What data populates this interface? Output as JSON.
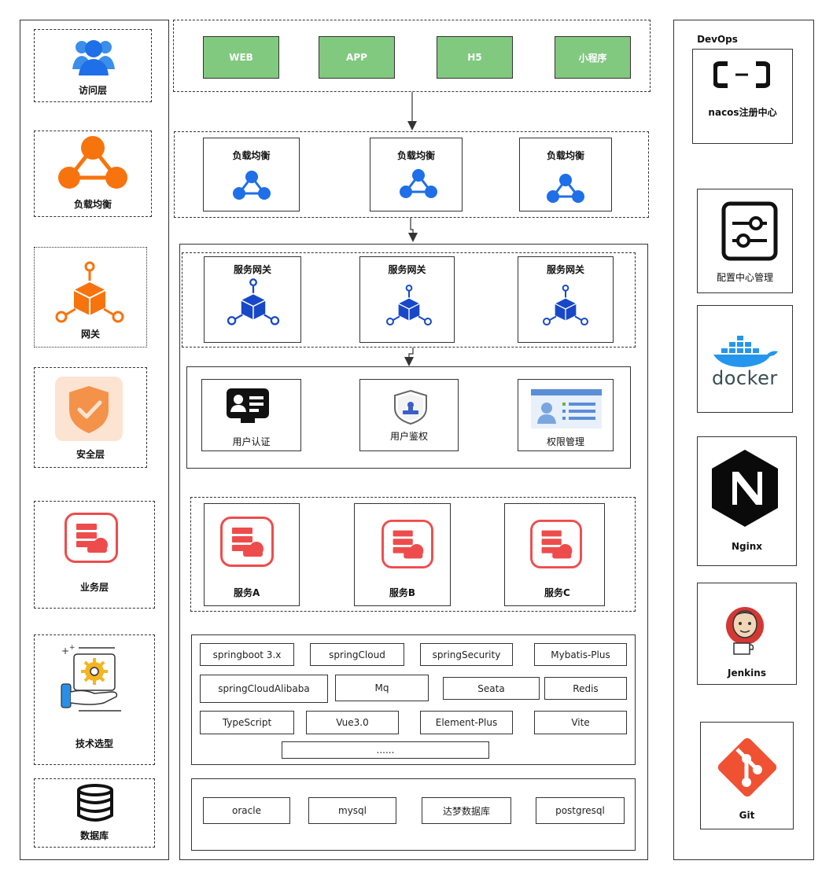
{
  "left_column": {
    "access": "访问层",
    "load_balance": "负载均衡",
    "gateway": "网关",
    "security": "安全层",
    "business": "业务层",
    "tech_selection": "技术选型",
    "database": "数据库"
  },
  "clients": [
    "WEB",
    "APP",
    "H5",
    "小程序"
  ],
  "load_balancers": [
    "负载均衡",
    "负载均衡",
    "负载均衡"
  ],
  "gateways": [
    "服务网关",
    "服务网关",
    "服务网关"
  ],
  "security_items": [
    "用户认证",
    "用户鉴权",
    "权限管理"
  ],
  "services": [
    "服务A",
    "服务B",
    "服务C"
  ],
  "tech_stack": {
    "row1": [
      "springboot 3.x",
      "springCloud",
      "springSecurity",
      "Mybatis-Plus"
    ],
    "row2": [
      "springCloudAlibaba",
      "Mq",
      "Seata",
      "Redis"
    ],
    "row3": [
      "TypeScript",
      "Vue3.0",
      "Element-Plus",
      "Vite"
    ],
    "more": "......"
  },
  "databases": [
    "oracle",
    "mysql",
    "达梦数据库",
    "postgresql"
  ],
  "devops": {
    "title": "DevOps",
    "nacos": "nacos注册中心",
    "config": "配置中心管理",
    "docker_logo_text": "docker",
    "nginx": "Nginx",
    "jenkins": "Jenkins",
    "git": "Git"
  },
  "colors": {
    "client_green": "#80c97f",
    "icon_blue": "#1e6fe8",
    "icon_orange": "#f7730e",
    "icon_red": "#ee4c4c",
    "docker_blue": "#2496ed",
    "git_red": "#f05133"
  }
}
